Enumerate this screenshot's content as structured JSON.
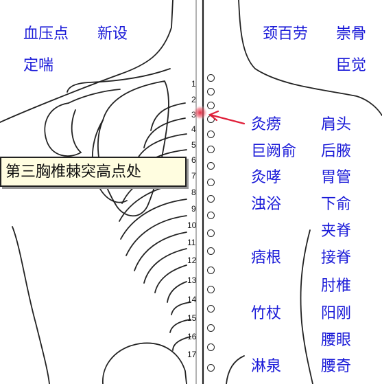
{
  "diagram": {
    "callout": "第三胸椎棘突高点处",
    "vertebra_numbers": [
      "1",
      "2",
      "3",
      "4",
      "5",
      "6",
      "7",
      "8",
      "9",
      "10",
      "11",
      "12",
      "13",
      "14",
      "15",
      "16",
      "17"
    ],
    "highlight_color": "#e0203a",
    "label_color": "#1a1ad8",
    "labels_top_left": [
      "血压点",
      "新设",
      "定喘"
    ],
    "labels_top_right": [
      "颈百劳",
      "崇骨",
      "臣觉"
    ],
    "points_middle": [
      "灸痨",
      "巨阙俞",
      "灸哮",
      "浊浴",
      "痞根",
      "竹杖",
      "淋泉"
    ],
    "points_right": [
      "肩头",
      "后腋",
      "胃管",
      "下俞",
      "夹脊",
      "接脊",
      "肘椎",
      "阳刚",
      "腰眼",
      "腰奇"
    ]
  }
}
